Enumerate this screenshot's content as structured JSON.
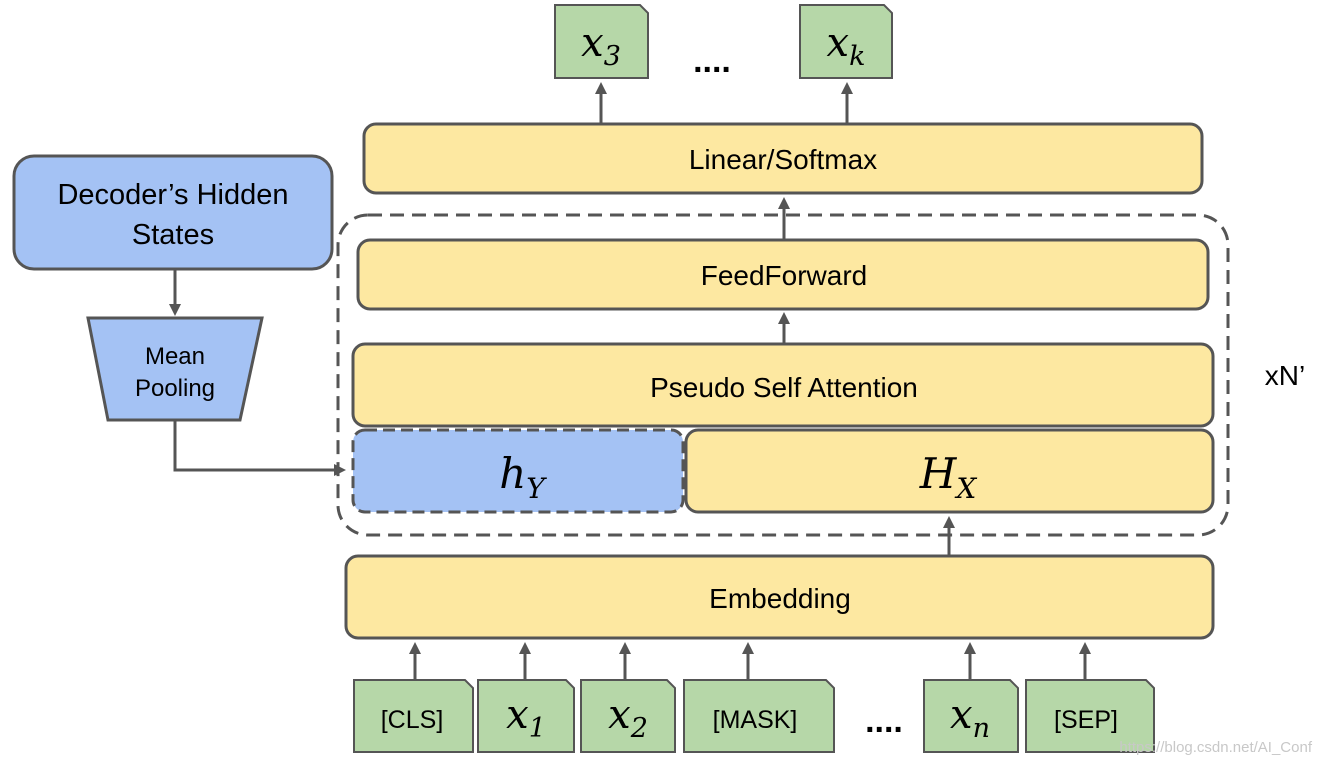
{
  "decoder_hidden_states": {
    "line1": "Decoder’s Hidden",
    "line2": "States"
  },
  "mean_pooling": {
    "line1": "Mean",
    "line2": "Pooling"
  },
  "layers": {
    "linear_softmax": "Linear/Softmax",
    "feedforward": "FeedForward",
    "pseudo_self_attention": "Pseudo Self Attention",
    "embedding": "Embedding"
  },
  "repeat_label": "xN’",
  "hidden": {
    "hy": {
      "base": "h",
      "sub": "Y"
    },
    "hx": {
      "base": "H",
      "sub": "X"
    }
  },
  "outputs": [
    {
      "base": "x",
      "sub": "3"
    },
    {
      "ellipsis": "...."
    },
    {
      "base": "x",
      "sub": "k"
    }
  ],
  "inputs": [
    {
      "text": "[CLS]"
    },
    {
      "base": "x",
      "sub": "1"
    },
    {
      "base": "x",
      "sub": "2"
    },
    {
      "text": "[MASK]"
    },
    {
      "ellipsis": "...."
    },
    {
      "base": "x",
      "sub": "n"
    },
    {
      "text": "[SEP]"
    }
  ],
  "watermark": "https://blog.csdn.net/AI_Conf",
  "colors": {
    "yellow": "#fde8a1",
    "blue": "#a4c2f4",
    "green": "#b6d7a8",
    "stroke": "#555555"
  }
}
